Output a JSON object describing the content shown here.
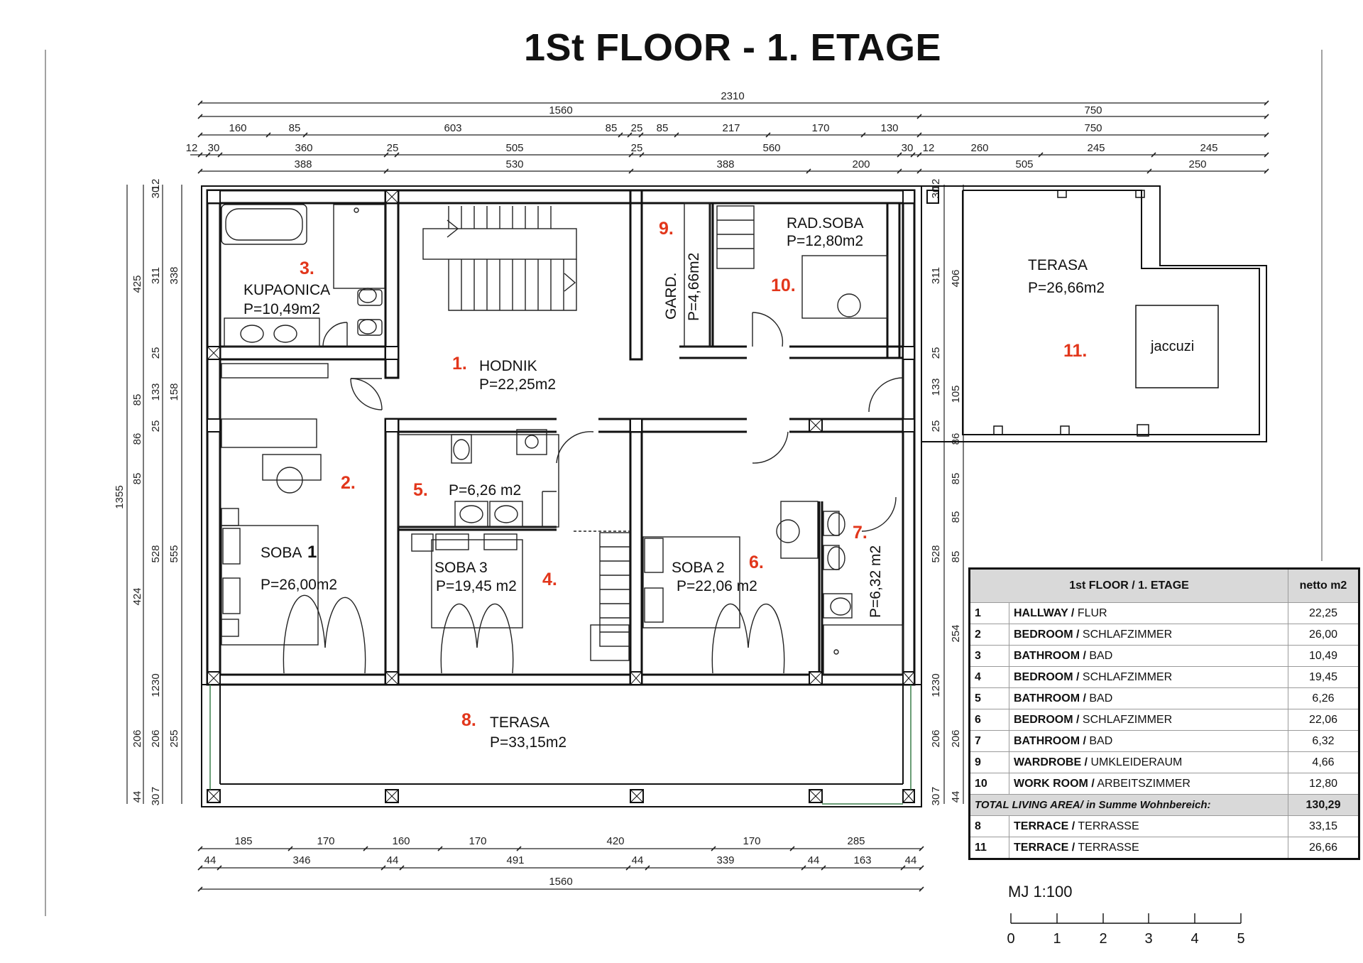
{
  "title": "1St FLOOR - 1. ETAGE",
  "dims_top": {
    "row1": [
      "2310"
    ],
    "row2": [
      "1560",
      "750"
    ],
    "row3": [
      "160",
      "85",
      "603",
      "85",
      "25",
      "85",
      "217",
      "170",
      "130",
      "750"
    ],
    "row4": [
      "12",
      "30",
      "360",
      "25",
      "505",
      "25",
      "560",
      "30",
      "12",
      "260",
      "245",
      "245"
    ],
    "row5": [
      "388",
      "530",
      "388",
      "200",
      "505",
      "250"
    ]
  },
  "dims_bottom": {
    "row1": [
      "185",
      "170",
      "160",
      "170",
      "420",
      "170",
      "285"
    ],
    "row2": [
      "44",
      "346",
      "44",
      "491",
      "44",
      "339",
      "44",
      "163",
      "44"
    ],
    "row3": [
      "1560"
    ]
  },
  "dims_left": {
    "total": "1355",
    "col_a": [
      "425",
      "85",
      "86",
      "85",
      "424",
      "206",
      "44"
    ],
    "col_b": [
      "30",
      "12",
      "311",
      "25",
      "133",
      "25",
      "528",
      "1230",
      "206",
      "7",
      "30"
    ],
    "col_c": [
      "338",
      "158",
      "555",
      "255"
    ]
  },
  "dims_right": {
    "col_a": [
      "406",
      "105",
      "86",
      "85",
      "85",
      "85",
      "254",
      "206",
      "44"
    ],
    "col_b": [
      "12",
      "30",
      "311",
      "25",
      "133",
      "25",
      "528",
      "1230",
      "206",
      "7",
      "30"
    ]
  },
  "rooms": {
    "r1": {
      "num": "1.",
      "name": "HODNIK",
      "area": "P=22,25m2"
    },
    "r2": {
      "num": "2.",
      "name": "SOBA",
      "name_suffix": "1",
      "area": "P=26,00m2"
    },
    "r3": {
      "num": "3.",
      "name": "KUPAONICA",
      "area": "P=10,49m2"
    },
    "r4": {
      "num": "4.",
      "name": "SOBA 3",
      "area": "P=19,45 m2"
    },
    "r5": {
      "num": "5.",
      "area": "P=6,26 m2"
    },
    "r6": {
      "num": "6.",
      "name": "SOBA 2",
      "area": "P=22,06 m2"
    },
    "r7": {
      "num": "7.",
      "area": "P=6,32 m2"
    },
    "r8": {
      "num": "8.",
      "name": "TERASA",
      "area": "P=33,15m2"
    },
    "r9": {
      "num": "9.",
      "name": "GARD.",
      "area": "P=4,66m2"
    },
    "r10": {
      "num": "10.",
      "name": "RAD.SOBA",
      "area": "P=12,80m2"
    },
    "r11": {
      "num": "11.",
      "name": "TERASA",
      "area": "P=26,66m2",
      "jacuzzi": "jaccuzi"
    }
  },
  "legend": {
    "header": "1st FLOOR / 1. ETAGE",
    "unit": "netto m2",
    "rows": [
      {
        "n": "1",
        "en": "HALLWAY /",
        "de": "FLUR",
        "v": "22,25"
      },
      {
        "n": "2",
        "en": "BEDROOM /",
        "de": "SCHLAFZIMMER",
        "v": "26,00"
      },
      {
        "n": "3",
        "en": "BATHROOM /",
        "de": "BAD",
        "v": "10,49"
      },
      {
        "n": "4",
        "en": "BEDROOM /",
        "de": "SCHLAFZIMMER",
        "v": "19,45"
      },
      {
        "n": "5",
        "en": "BATHROOM /",
        "de": "BAD",
        "v": "6,26"
      },
      {
        "n": "6",
        "en": "BEDROOM /",
        "de": "SCHLAFZIMMER",
        "v": "22,06"
      },
      {
        "n": "7",
        "en": "BATHROOM /",
        "de": "BAD",
        "v": "6,32"
      },
      {
        "n": "9",
        "en": "WARDROBE /",
        "de": "UMKLEIDERAUM",
        "v": "4,66"
      },
      {
        "n": "10",
        "en": "WORK ROOM /",
        "de": "ARBEITSZIMMER",
        "v": "12,80"
      }
    ],
    "total_label": "TOTAL LIVING AREA/ in Summe Wohnbereich:",
    "total_value": "130,29",
    "terrace_rows": [
      {
        "n": "8",
        "en": "TERRACE /",
        "de": "TERRASSE",
        "v": "33,15"
      },
      {
        "n": "11",
        "en": "TERRACE /",
        "de": "TERRASSE",
        "v": "26,66"
      }
    ]
  },
  "scale": {
    "label": "MJ 1:100",
    "ticks": [
      "0",
      "1",
      "2",
      "3",
      "4",
      "5"
    ]
  }
}
